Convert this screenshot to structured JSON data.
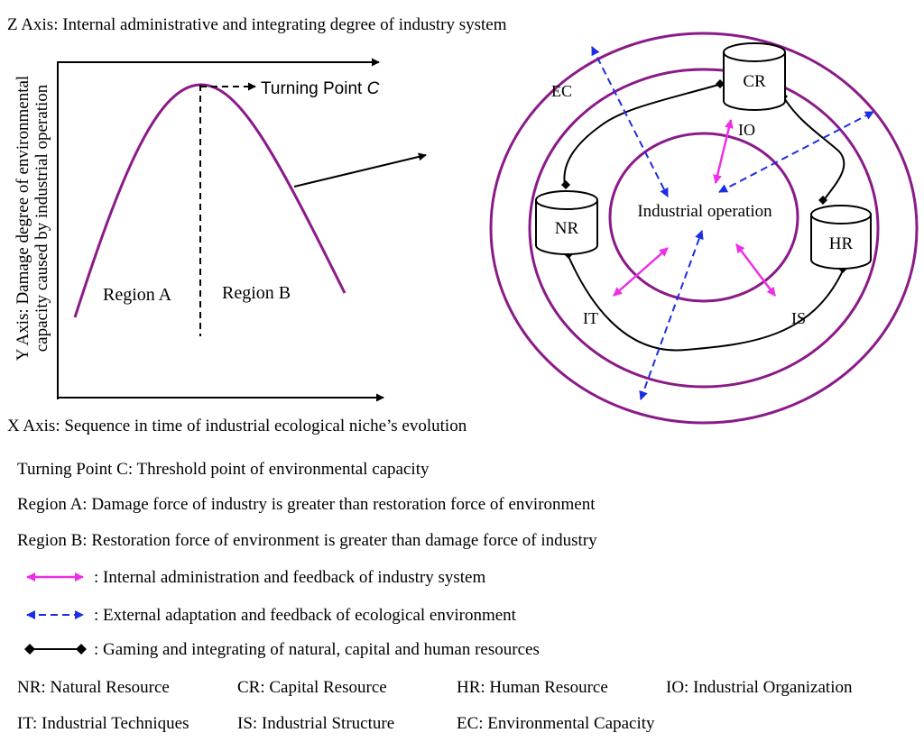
{
  "colors": {
    "purple": "#8b1a89",
    "magenta": "#ee2ee6",
    "blue": "#1a2ee6",
    "black": "#000000"
  },
  "left_plot": {
    "z_axis_label": "Z Axis: Internal administrative and integrating degree of industry system",
    "y_axis_label_line1": "Y Axis: Damage degree of environmental",
    "y_axis_label_line2": "capacity caused by industrial operation",
    "x_axis_label": "X Axis: Sequence in time of industrial ecological niche’s evolution",
    "turning_point_text": "Turning Point ",
    "turning_point_letter": "C",
    "region_a": "Region A",
    "region_b": "Region B"
  },
  "circle_diagram": {
    "center_label": "Industrial operation",
    "nodes": {
      "cr": "CR",
      "nr": "NR",
      "hr": "HR"
    },
    "labels": {
      "ec": "EC",
      "io": "IO",
      "it": "IT",
      "is": "IS"
    }
  },
  "legend": {
    "turning_point": "Turning Point C: Threshold point of environmental capacity",
    "region_a": "Region A: Damage force of industry is greater than restoration force of environment",
    "region_b": "Region B: Restoration force of environment is greater than damage force of industry",
    "magenta_arrow": ": Internal administration and feedback of industry system",
    "blue_arrow": ": External adaptation and feedback of ecological environment",
    "black_line": ": Gaming and integrating of natural, capital and human resources",
    "abbrev_row1": [
      "NR: Natural Resource",
      "CR: Capital Resource",
      "HR: Human Resource",
      "IO: Industrial Organization"
    ],
    "abbrev_row2": [
      "IT: Industrial Techniques",
      "IS: Industrial Structure",
      "EC: Environmental Capacity"
    ]
  }
}
